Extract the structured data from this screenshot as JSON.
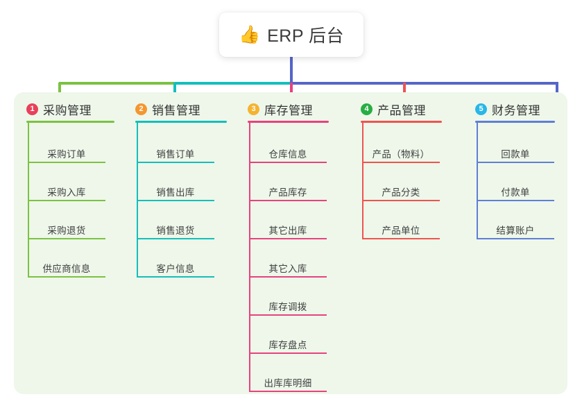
{
  "root": {
    "icon": "thumbs-up-icon",
    "emoji": "👍",
    "title": "ERP 后台"
  },
  "colors": {
    "panel_bg": "#eef7ea",
    "card_bg": "#ffffff",
    "connector_green": "#7cc242",
    "connector_teal": "#0fbfbb",
    "connector_blue": "#5566c8",
    "drop_pink": "#e8417f",
    "drop_red": "#ef5350"
  },
  "columns": [
    {
      "number": "1",
      "title": "采购管理",
      "badge_color": "#e8405a",
      "line_color": "#7cc242",
      "items": [
        "采购订单",
        "采购入库",
        "采购退货",
        "供应商信息"
      ]
    },
    {
      "number": "2",
      "title": "销售管理",
      "badge_color": "#f5962f",
      "line_color": "#13bfbb",
      "items": [
        "销售订单",
        "销售出库",
        "销售退货",
        "客户信息"
      ]
    },
    {
      "number": "3",
      "title": "库存管理",
      "badge_color": "#f5b32f",
      "line_color": "#e8417f",
      "items": [
        "仓库信息",
        "产品库存",
        "其它出库",
        "其它入库",
        "库存调拨",
        "库存盘点",
        "出库库明细"
      ]
    },
    {
      "number": "4",
      "title": "产品管理",
      "badge_color": "#27ae44",
      "line_color": "#ef5350",
      "items": [
        "产品（物料）",
        "产品分类",
        "产品单位"
      ]
    },
    {
      "number": "5",
      "title": "财务管理",
      "badge_color": "#29b6e8",
      "line_color": "#5f7ed4",
      "items": [
        "回款单",
        "付款单",
        "结算账户"
      ]
    }
  ]
}
